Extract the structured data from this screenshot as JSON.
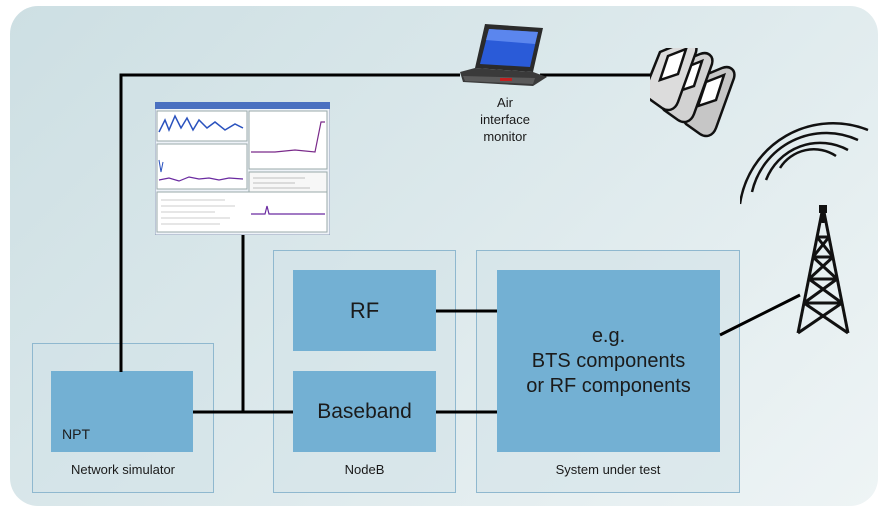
{
  "groups": {
    "network_simulator": "Network simulator",
    "nodeb": "NodeB",
    "system_under_test": "System under test"
  },
  "blocks": {
    "npt": "NPT",
    "rf": "RF",
    "baseband": "Baseband",
    "sut_line1": "e.g.",
    "sut_line2": "BTS components",
    "sut_line3": "or RF components"
  },
  "monitor_label": {
    "line1": "Air",
    "line2": "interface",
    "line3": "monitor"
  },
  "icons": [
    "laptop-icon",
    "mobile-phones-icon",
    "software-screenshot-icon",
    "antenna-tower-icon",
    "radio-waves-icon"
  ],
  "colors": {
    "block": "#73b0d3",
    "group_border": "#8fb8cf",
    "panel": "#d8e6e9",
    "line": "#000000"
  }
}
